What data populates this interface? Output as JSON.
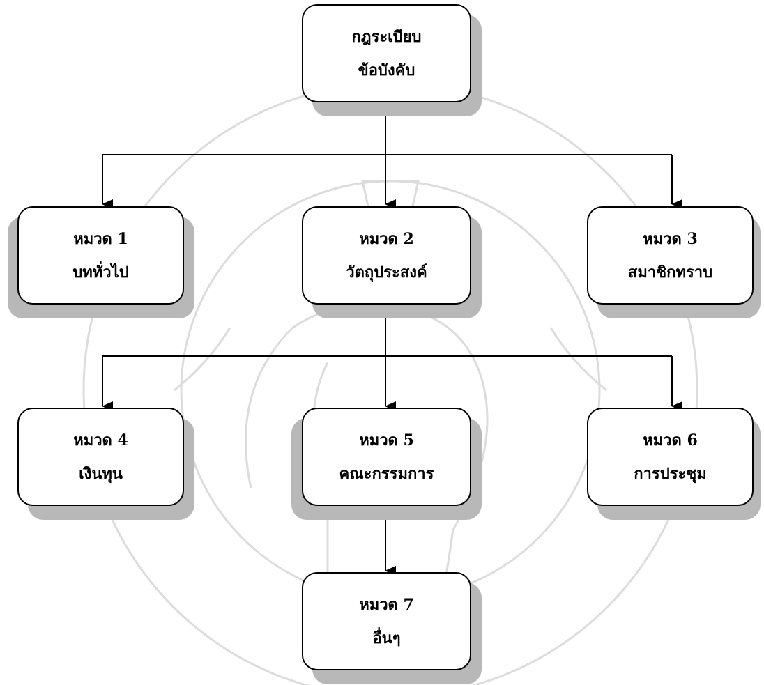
{
  "diagram": {
    "nodes": [
      {
        "id": "root",
        "line1": "กฎระเบียบ",
        "line2": "ข้อบังคับ"
      },
      {
        "id": "c1",
        "line1": "หมวด 1",
        "line2": "บททั่วไป"
      },
      {
        "id": "c2",
        "line1": "หมวด 2",
        "line2": "วัตถุประสงค์"
      },
      {
        "id": "c3",
        "line1": "หมวด 3",
        "line2": "สมาชิกทราบ"
      },
      {
        "id": "c4",
        "line1": "หมวด 4",
        "line2": "เงินทุน"
      },
      {
        "id": "c5",
        "line1": "หมวด 5",
        "line2": "คณะกรรมการ"
      },
      {
        "id": "c6",
        "line1": "หมวด 6",
        "line2": "การประชุม"
      },
      {
        "id": "c7",
        "line1": "หมวด 7",
        "line2": "อื่นๆ"
      }
    ],
    "edges": [
      [
        "root",
        "c1"
      ],
      [
        "root",
        "c2"
      ],
      [
        "root",
        "c3"
      ],
      [
        "c2",
        "c4"
      ],
      [
        "c2",
        "c5"
      ],
      [
        "c2",
        "c6"
      ],
      [
        "c5",
        "c7"
      ]
    ]
  },
  "colors": {
    "line": "#000000",
    "shadow": "#b8b8b8",
    "watermark": "#d9d9d9"
  }
}
